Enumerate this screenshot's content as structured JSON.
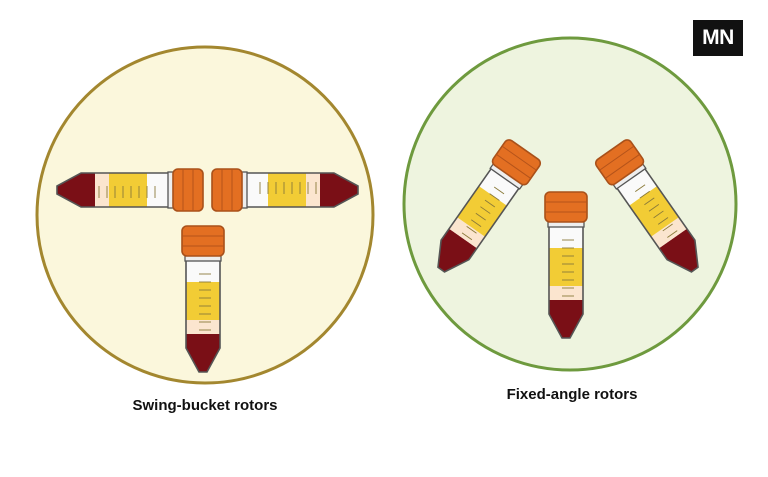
{
  "logo": {
    "text": "MN"
  },
  "panels": [
    {
      "id": "swing-bucket",
      "caption": "Swing-bucket rotors",
      "circle_fill": "#fbf7dc",
      "circle_stroke": "#a3872f",
      "tubes": 3
    },
    {
      "id": "fixed-angle",
      "caption": "Fixed-angle rotors",
      "circle_fill": "#eef4df",
      "circle_stroke": "#6e9a3e",
      "tubes": 3
    }
  ],
  "colors": {
    "cap": "#e36f22",
    "cap_dark": "#b4531a",
    "supernatant": "#f2cc35",
    "buffer": "#fbe5cf",
    "pellet": "#7a0f16",
    "tube_glass": "#fafafa",
    "tube_outline": "#6b6b6b"
  }
}
